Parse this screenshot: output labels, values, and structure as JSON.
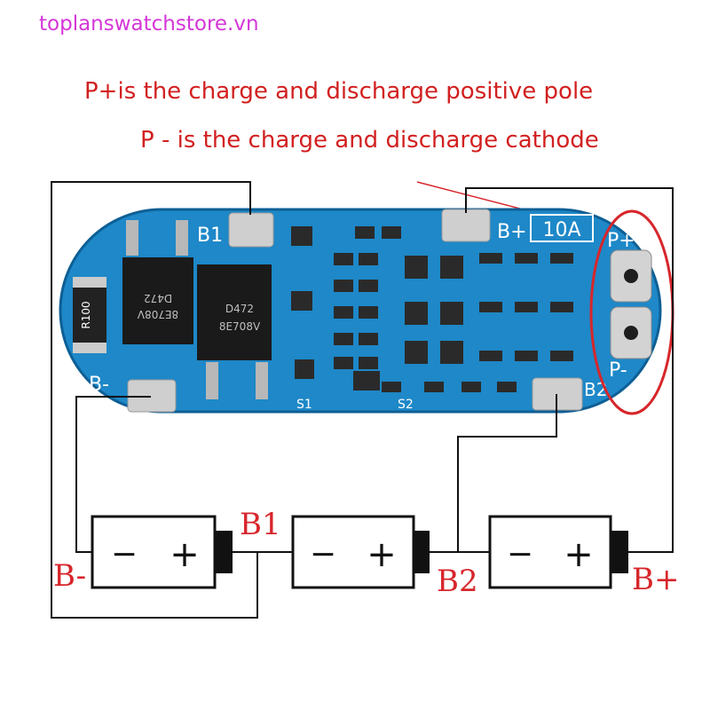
{
  "watermark": "toplanswatchstore.vn",
  "captions": {
    "line1": "P+is the charge and discharge positive pole",
    "line2": "P - is the charge and discharge cathode"
  },
  "board": {
    "pad_b1": "B1",
    "pad_bplus": "B+",
    "rating": "10A",
    "pad_pplus": "P+",
    "pad_pminus": "P-",
    "pad_bminus": "B-",
    "pad_b2": "B2",
    "label_s1": "S1",
    "label_s2": "S2",
    "resistor": "R100",
    "chip1_top": "D472",
    "chip1_bottom": "8E708V",
    "chip2_top": "D472",
    "chip2_bottom": "8E708V"
  },
  "wiring": {
    "bminus": "B-",
    "b1": "B1",
    "b2": "B2",
    "bplus": "B+",
    "cell_minus": "−",
    "cell_plus": "+"
  },
  "colors": {
    "board": "#1e88c8",
    "wire": "#111111",
    "highlight": "#d7262b",
    "caption": "#d22020",
    "watermark": "#d436d8"
  }
}
